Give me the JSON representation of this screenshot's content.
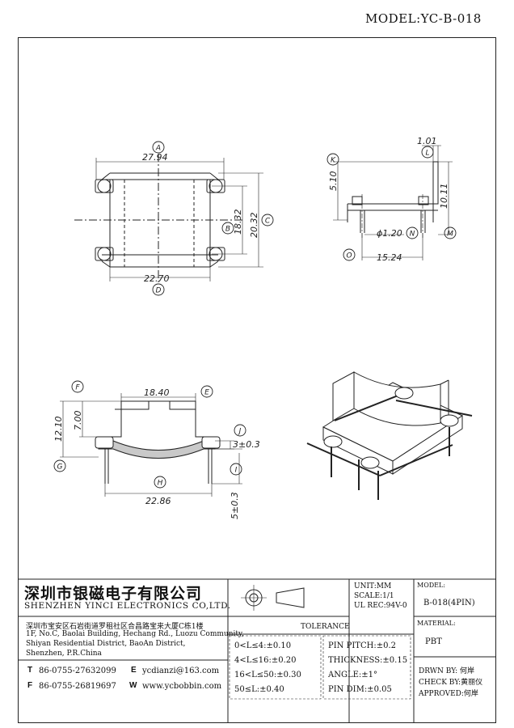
{
  "header": {
    "model": "MODEL:YC-B-018"
  },
  "dimensions": {
    "A": "A",
    "B": "B",
    "C": "C",
    "D": "D",
    "E": "E",
    "F": "F",
    "G": "G",
    "H": "H",
    "I": "I",
    "J": "J",
    "K": "K",
    "L": "L",
    "M": "M",
    "N": "N",
    "O": "O",
    "width_top": "27.94",
    "width_bottom": "22.70",
    "height_inner": "18.32",
    "height_outer": "20.32",
    "side_top": "1.01",
    "side_height": "5.10",
    "side_total": "10.11",
    "pin_dia": "ϕ1.20",
    "pin_span": "15.24",
    "front_top": "18.40",
    "front_h1": "12.10",
    "front_h2": "7.00",
    "front_thick": "3±0.3",
    "front_bottom": "22.86",
    "front_pin": "5±0.3"
  },
  "title_block": {
    "company_cn": "深圳市银磁电子有限公司",
    "company_en": "SHENZHEN YINCI ELECTRONICS CO,LTD.",
    "address_cn": "深圳市宝安区石岩街道罗租社区合昌路宝来大厦C栋1楼",
    "address_en1": "1F, No.C, Baolai Building, Hechang Rd., Luozu Community,",
    "address_en2": "Shiyan Residential District, BaoAn District,",
    "address_en3": "Shenzhen, P.R.China",
    "tel_label": "T",
    "tel": "86-0755-27632099",
    "fax_label": "F",
    "fax": "86-0755-26819697",
    "email_label": "E",
    "email": "ycdianzi@163.com",
    "web_label": "W",
    "web": "www.ycbobbin.com",
    "unit": "UNIT:MM",
    "scale": "SCALE:1/1",
    "ul_rec": "UL REC:94V-0",
    "model_label": "MODEL:",
    "model_value": "B-018(4PIN)",
    "material_label": "MATERIAL:",
    "material_value": "PBT",
    "tolerance_title": "TOLERANCE",
    "tol1": "0<L≤4:±0.10",
    "tol2": "4<L≤16:±0.20",
    "tol3": "16<L≤50:±0.30",
    "tol4": "50≤L:±0.40",
    "pitch": "PIN PITCH:±0.2",
    "thickness": "THICKNESS:±0.15",
    "angle": "ANGLE:±1°",
    "pin_dim": "PIN DIM:±0.05",
    "drawn": "DRWN BY: 何岸",
    "check": "CHECK BY:黄丽仪",
    "approved": "APPROVED:何岸"
  }
}
